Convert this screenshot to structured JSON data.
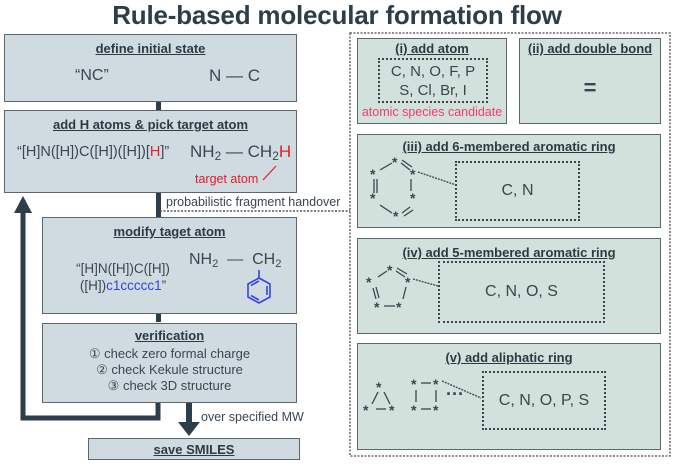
{
  "title": "Rule-based molecular formation flow",
  "flow": {
    "define_initial_state": {
      "header": "define initial state",
      "smiles": "“NC”",
      "structure": {
        "left": "N",
        "bond": "—",
        "right": "C"
      }
    },
    "add_h_atoms": {
      "header": "add H atoms & pick target atom",
      "smiles_prefix": "“[H]N([H])C([H])([H])[",
      "smiles_highlight": "H",
      "smiles_suffix": "]”",
      "structure": {
        "left": "NH",
        "left_sub": "2",
        "bond": "—",
        "right": "CH",
        "right_sub": "2",
        "target": "H"
      },
      "target_label": "target atom"
    },
    "handover_label": "probabilistic fragment handover",
    "modify_target_atom": {
      "header": "modify taget atom",
      "smiles_line1": "“[H]N([H])C([H])",
      "smiles_line2_prefix": "([H])",
      "smiles_line2_highlight": "c1ccccc1",
      "smiles_line2_suffix": "”",
      "structure": {
        "left": "NH",
        "left_sub": "2",
        "bond": "—",
        "right": "CH",
        "right_sub": "2",
        "ring": "benzene-icon"
      }
    },
    "verification": {
      "header": "verification",
      "checks": [
        "① check zero formal charge",
        "② check Kekule structure",
        "③ check 3D structure"
      ]
    },
    "exit_label": "over specified MW",
    "save": {
      "header": "save SMILES"
    }
  },
  "rules": {
    "add_atom": {
      "header": "(i) add atom",
      "line1": "C, N, O, F, P",
      "line2": "S, Cl, Br, I",
      "caption": "atomic species candidate"
    },
    "add_double_bond": {
      "header": "(ii) add double bond",
      "symbol": "="
    },
    "six_ring": {
      "header": "(iii) add 6-membered aromatic ring",
      "candidates": "C, N"
    },
    "five_ring": {
      "header": "(iv) add 5-membered aromatic ring",
      "candidates": "C, N, O, S"
    },
    "aliphatic_ring": {
      "header": "(v) add aliphatic ring",
      "ellipsis": "···",
      "candidates": "C, N, O, P, S"
    },
    "atom_symbol": "*"
  },
  "colors": {
    "flow_box": "#d0dbe1",
    "rule_box": "#d3e1dc",
    "arrow": "#2c3e4a",
    "highlight_red": "#e8192c",
    "highlight_blue": "#3344dd",
    "caption_pink": "#ee3d6d"
  }
}
